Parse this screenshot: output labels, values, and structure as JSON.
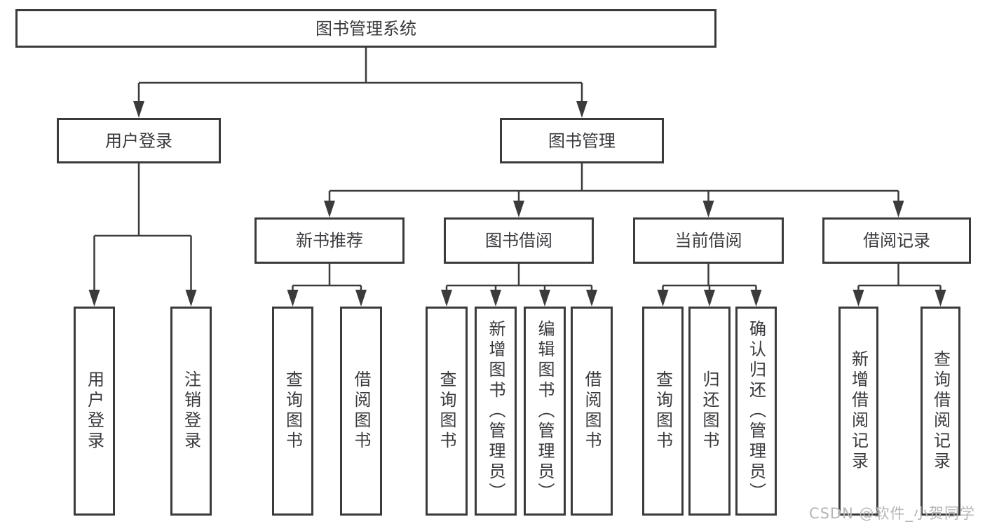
{
  "colors": {
    "background": "#ffffff",
    "line": "#3b3b3b",
    "box_border": "#3b3b3b",
    "text": "#3a3a3e",
    "watermark": "#b6b6ba"
  },
  "tree": {
    "root": {
      "id": "library-management-system",
      "label": "图书管理系统"
    },
    "level2": [
      {
        "id": "user-login",
        "label": "用户登录",
        "parent": "library-management-system"
      },
      {
        "id": "book-management",
        "label": "图书管理",
        "parent": "library-management-system"
      }
    ],
    "level3": [
      {
        "id": "new-book-recommend",
        "label": "新书推荐",
        "parent": "book-management"
      },
      {
        "id": "book-borrow",
        "label": "图书借阅",
        "parent": "book-management"
      },
      {
        "id": "current-borrow",
        "label": "当前借阅",
        "parent": "book-management"
      },
      {
        "id": "borrow-records",
        "label": "借阅记录",
        "parent": "book-management"
      }
    ],
    "leaves": {
      "user_login": [
        "用户登录",
        "注销登录"
      ],
      "new_book_recommend": [
        "查询图书",
        "借阅图书"
      ],
      "book_borrow": [
        "查询图书",
        "新增图书（管理员）",
        "编辑图书（管理员）",
        "借阅图书"
      ],
      "current_borrow": [
        "查询图书",
        "归还图书",
        "确认归还（管理员）"
      ],
      "borrow_records": [
        "新增借阅记录",
        "查询借阅记录"
      ]
    }
  },
  "watermark": {
    "text": "CSDN @软件_小贺同学"
  }
}
